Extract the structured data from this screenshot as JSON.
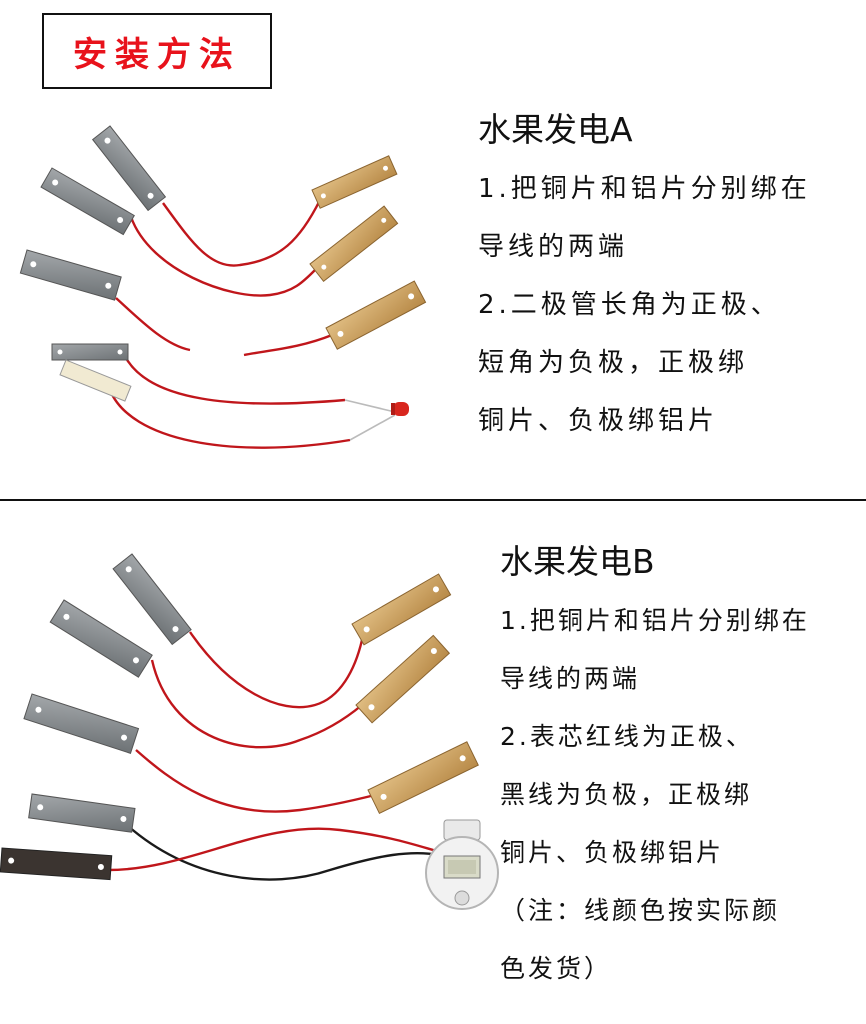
{
  "title": "安装方法",
  "section_a": {
    "heading": "水果发电A",
    "lines": [
      "1.把铜片和铝片分别绑在",
      "导线的两端",
      "2.二极管长角为正极、",
      "短角为负极，正极绑",
      "铜片、负极绑铝片"
    ]
  },
  "section_b": {
    "heading": "水果发电B",
    "lines": [
      "1.把铜片和铝片分别绑在",
      "导线的两端",
      "2.表芯红线为正极、",
      "黑线为负极，正极绑",
      "铜片、负极绑铝片",
      "（注：线颜色按实际颜",
      "色发货）"
    ]
  },
  "colors": {
    "title_red": "#e8121b",
    "copper": "#c99a55",
    "aluminum": "#8e9294",
    "wire_red": "#c0161b",
    "wire_black": "#1a1a1a"
  },
  "icons": [
    "aluminum-plate",
    "copper-plate",
    "led-diode",
    "lcd-clock-module"
  ]
}
